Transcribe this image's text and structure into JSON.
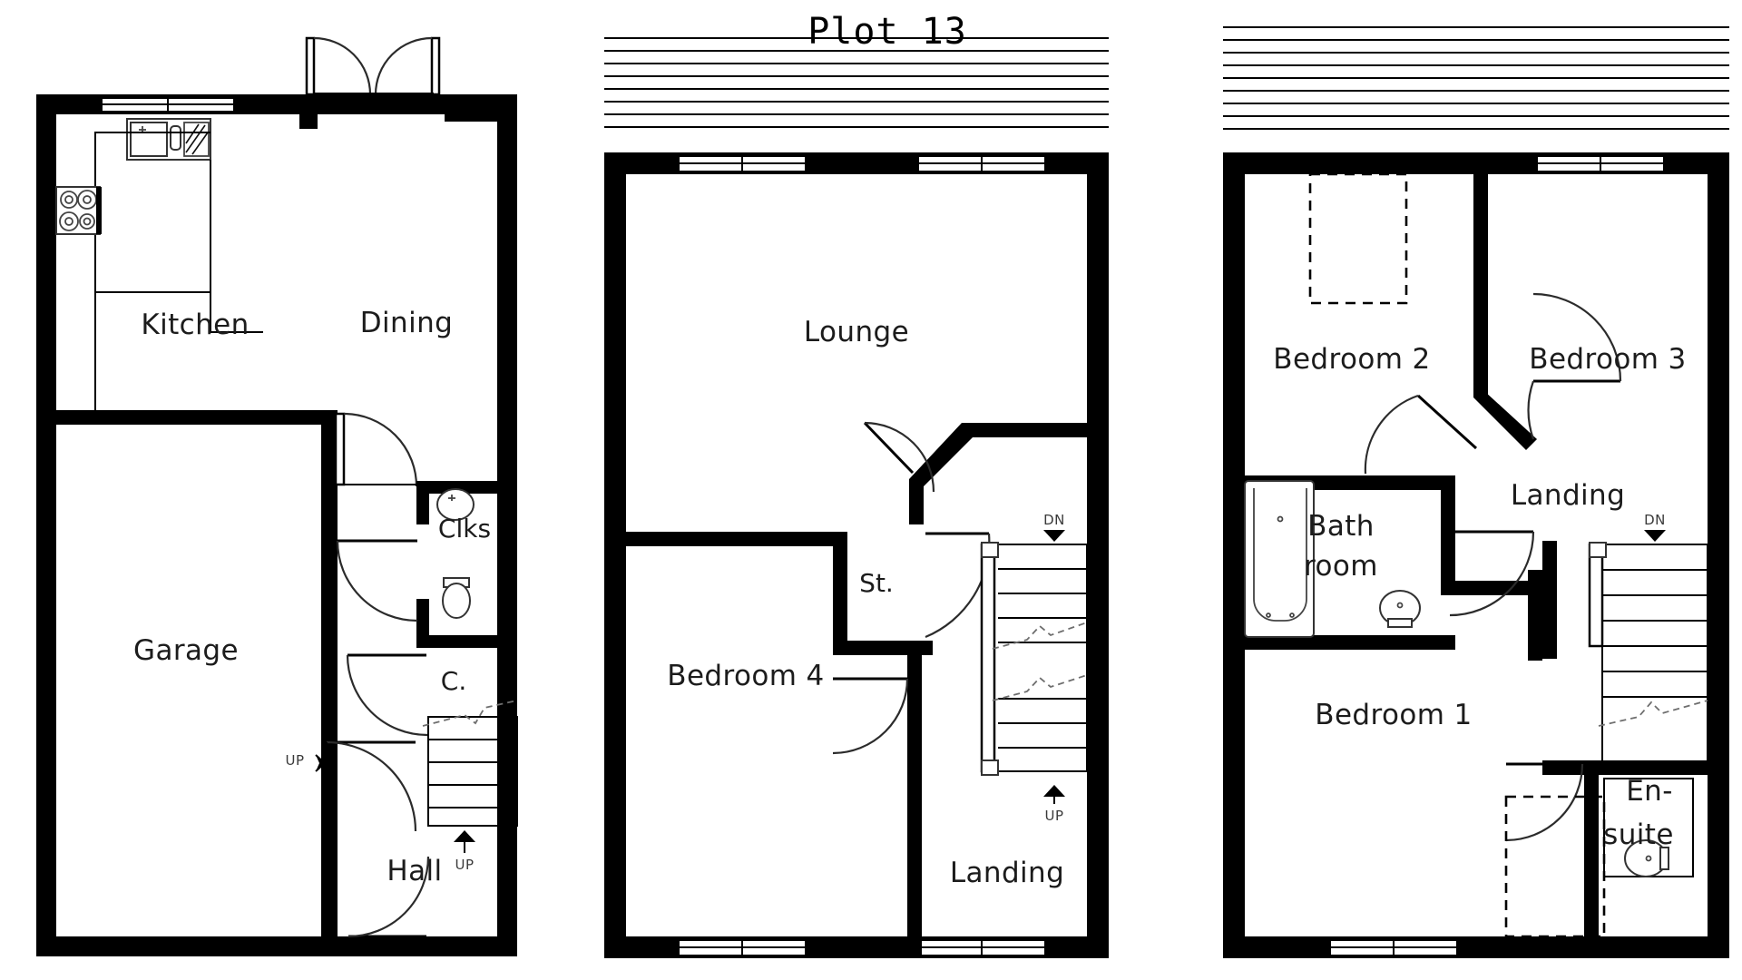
{
  "title": "Plot 13",
  "drawing_type": "architectural-floor-plan",
  "colors": {
    "wall": "#000000",
    "line": "#000000",
    "background": "#ffffff",
    "label": "#1c1c1c"
  },
  "plans": [
    {
      "id": "ground-floor",
      "position": "left",
      "rooms": [
        {
          "name": "Kitchen",
          "label": "Kitchen"
        },
        {
          "name": "Dining",
          "label": "Dining"
        },
        {
          "name": "Garage",
          "label": "Garage"
        },
        {
          "name": "Hall",
          "label": "Hall"
        },
        {
          "name": "Cloaks",
          "label": "Clks"
        },
        {
          "name": "Cupboard",
          "label": "C."
        }
      ],
      "annotations": [
        {
          "name": "stair-direction-up",
          "label": "UP"
        },
        {
          "name": "stair-direction-up-2",
          "label": "UP"
        }
      ],
      "fixtures": [
        "kitchen-sink",
        "kitchen-hob",
        "wc-basin",
        "wc-toilet",
        "kitchen-worktop",
        "staircase"
      ]
    },
    {
      "id": "first-floor",
      "position": "middle",
      "rooms": [
        {
          "name": "Lounge",
          "label": "Lounge"
        },
        {
          "name": "Bedroom 4",
          "label": "Bedroom 4"
        },
        {
          "name": "Store",
          "label": "St."
        },
        {
          "name": "Landing",
          "label": "Landing"
        }
      ],
      "annotations": [
        {
          "name": "stair-direction-down",
          "label": "DN"
        },
        {
          "name": "stair-direction-up",
          "label": "UP"
        }
      ],
      "fixtures": [
        "staircase",
        "windows"
      ]
    },
    {
      "id": "second-floor",
      "position": "right",
      "rooms": [
        {
          "name": "Bedroom 2",
          "label": "Bedroom 2"
        },
        {
          "name": "Bedroom 3",
          "label": "Bedroom 3"
        },
        {
          "name": "Bedroom 1",
          "label": "Bedroom 1"
        },
        {
          "name": "Bathroom",
          "label_line1": "Bath",
          "label_line2": "room"
        },
        {
          "name": "Landing",
          "label": "Landing"
        },
        {
          "name": "En-suite",
          "label_line1": "En-",
          "label_line2": "suite"
        }
      ],
      "annotations": [
        {
          "name": "stair-direction-down",
          "label": "DN"
        }
      ],
      "fixtures": [
        "bath-tub",
        "wc-bathroom",
        "wardrobe-dashed",
        "shower-dashed",
        "wc-ensuite",
        "staircase"
      ]
    }
  ]
}
